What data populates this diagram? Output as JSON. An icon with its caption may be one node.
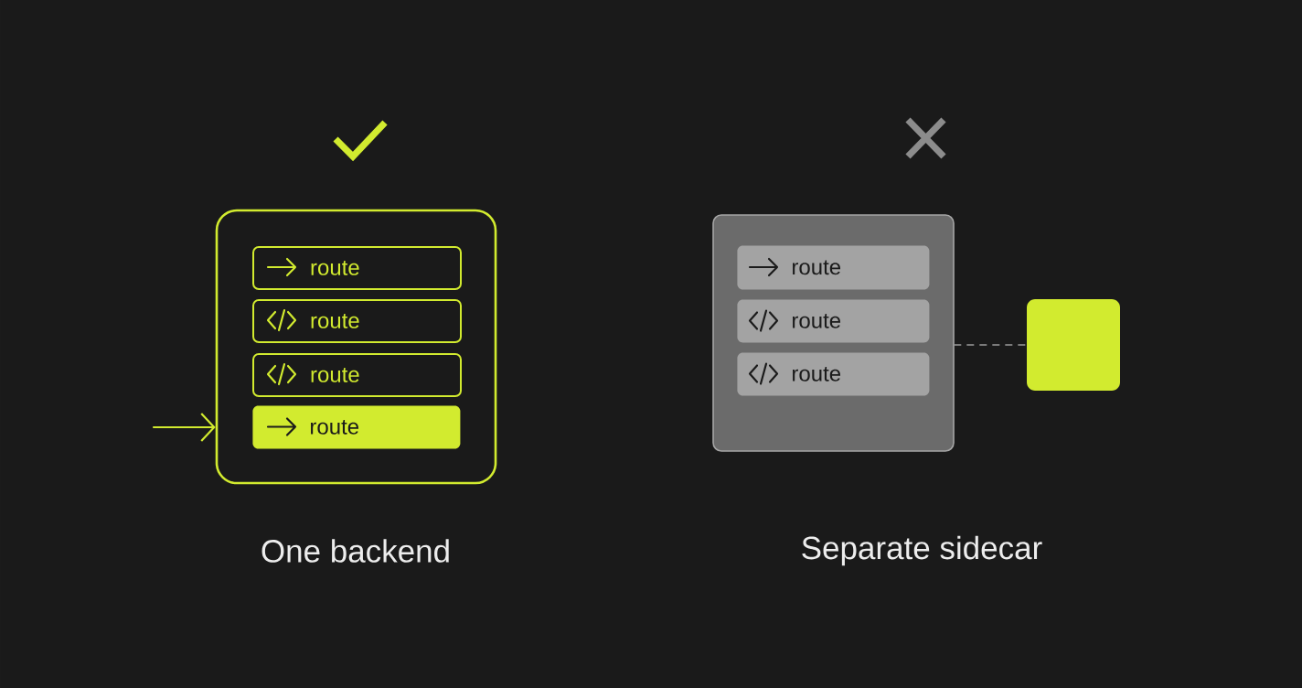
{
  "diagram": {
    "nodes": [
      {
        "text": [],
        "shape": "box",
        "beside": [
          "One backend"
        ]
      },
      {
        "text": [
          "route"
        ],
        "in": 0
      },
      {
        "text": [
          "route"
        ],
        "in": 0
      },
      {
        "text": [
          "route"
        ],
        "in": 0
      },
      {
        "text": [
          "route"
        ],
        "in": 0
      },
      {
        "text": [],
        "shape": "box",
        "beside": [
          "Separate sidecar"
        ]
      },
      {
        "text": [
          "route"
        ],
        "in": 5
      },
      {
        "text": [
          "route"
        ],
        "in": 5
      },
      {
        "text": [
          "route"
        ],
        "in": 5
      },
      {
        "text": [],
        "shape": "box"
      }
    ],
    "edges": [
      {
        "from": null,
        "to": 0,
        "arrow": "to"
      },
      {
        "from": 5,
        "to": 9,
        "arrow": "none",
        "style": "dashed",
        "color": "#9a9a9a"
      }
    ]
  }
}
